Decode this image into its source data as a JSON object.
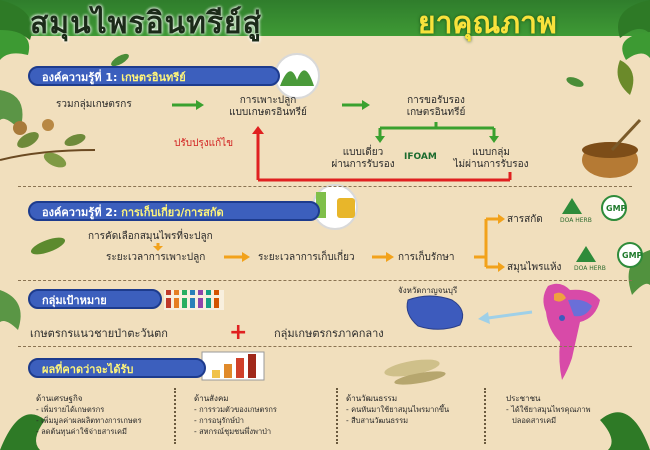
{
  "title": {
    "part1": "สมุนไพรอินทรีย์สู่",
    "part2": "ยาคุณภาพ"
  },
  "section1": {
    "heading_prefix": "องค์ความรู้ที่ 1:",
    "heading_highlight": "เกษตรอินทรีย์",
    "step1": "รวมกลุ่มเกษตรกร",
    "step2_line1": "การเพาะปลูก",
    "step2_line2": "แบบเกษตรอินทรีย์",
    "step3_line1": "การขอรับรอง",
    "step3_line2": "เกษตรอินทรีย์",
    "branch_left_line1": "แบบเดี่ยว",
    "branch_left_line2": "ผ่านการรับรอง",
    "branch_right_line1": "แบบกลุ่ม",
    "branch_right_line2": "ไม่ผ่านการรับรอง",
    "ifoam": "IFOAM",
    "improve": "ปรับปรุงแก้ไข"
  },
  "section2": {
    "heading_prefix": "องค์ความรู้ที่ 2:",
    "heading_highlight": "การเก็บเกี่ยว/การสกัด",
    "select": "การคัดเลือกสมุนไพรที่จะปลูก",
    "planting": "ระยะเวลาการเพาะปลูก",
    "harvest": "ระยะเวลาการเก็บเกี่ยว",
    "storage": "การเก็บรักษา",
    "out1": "สารสกัด",
    "out2": "สมุนไพรแห้ง",
    "badge_herb": "DOA HERB",
    "badge_gmp": "GMP"
  },
  "section3": {
    "heading": "กลุ่มเป้าหมาย",
    "group1": "เกษตรกรแนวชายป่าตะวันตก",
    "group2": "กลุ่มเกษตรกรภาคกลาง",
    "plus": "+",
    "province": "จังหวัดกาญจนบุรี"
  },
  "section4": {
    "heading": "ผลที่คาดว่าจะได้รับ",
    "columns": [
      {
        "head": "ด้านเศรษฐกิจ",
        "items": [
          "- เพิ่มรายได้เกษตรกร",
          "- เพิ่มมูลค่าผลผลิตทางการเกษตร",
          "- ลดต้นทุนค่าใช้จ่ายสารเคมี"
        ]
      },
      {
        "head": "ด้านสังคม",
        "items": [
          "- การรวมตัวของเกษตรกร",
          "- การอนุรักษ์ป่า",
          "- สหกรณ์ชุมชนพึ่งพาป่า"
        ]
      },
      {
        "head": "ด้านวัฒนธรรม",
        "items": [
          "- คนหันมาใช้ยาสมุนไพรมากขึ้น",
          "- สืบสานวัฒนธรรม"
        ]
      },
      {
        "head": "ประชาชน",
        "items": [
          "- ได้ใช้ยาสมุนไพรคุณภาพ",
          "ปลอดสารเคมี"
        ]
      }
    ]
  },
  "colors": {
    "background": "#f1dfbd",
    "green": "#3aa12f",
    "red": "#e02020",
    "orange": "#f2a21b",
    "blue": "#3c5fbd"
  }
}
